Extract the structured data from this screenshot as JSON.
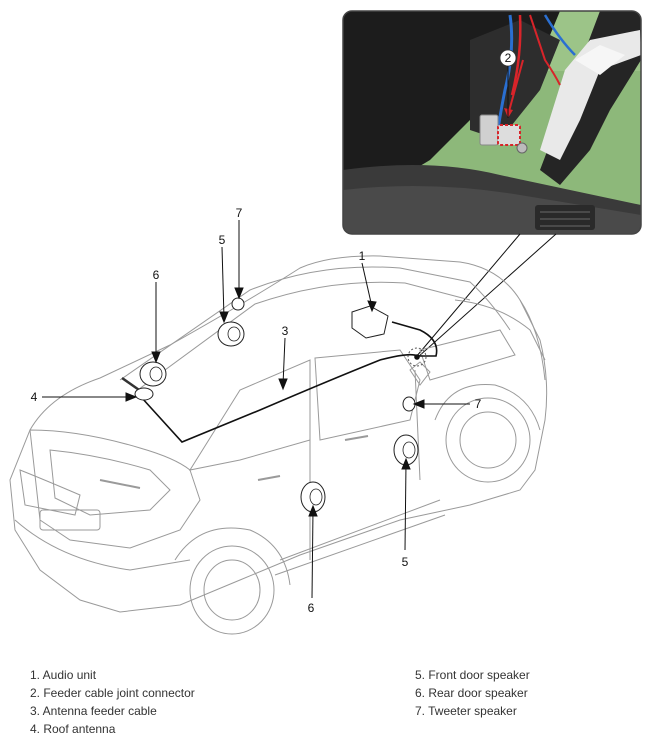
{
  "callouts": {
    "audio_unit": "1",
    "feeder_joint": "2",
    "feeder_cable": "3",
    "roof_antenna": "4",
    "front_speaker_top": "5",
    "front_speaker_bottom": "5",
    "rear_speaker_top": "6",
    "rear_speaker_bottom": "6",
    "tweeter_top": "7",
    "tweeter_right": "7"
  },
  "legend": {
    "left": [
      "1. Audio unit",
      "2. Feeder cable joint connector",
      "3. Antenna feeder cable",
      "4. Roof antenna"
    ],
    "right": [
      "5. Front door speaker",
      "6. Rear door speaker",
      "7. Tweeter speaker"
    ]
  },
  "colors": {
    "inset_green": "#8db87a",
    "pillar_dark": "#1c1c1c",
    "highlight_red": "#d8242a",
    "wire_blue": "#2a6fd1"
  }
}
